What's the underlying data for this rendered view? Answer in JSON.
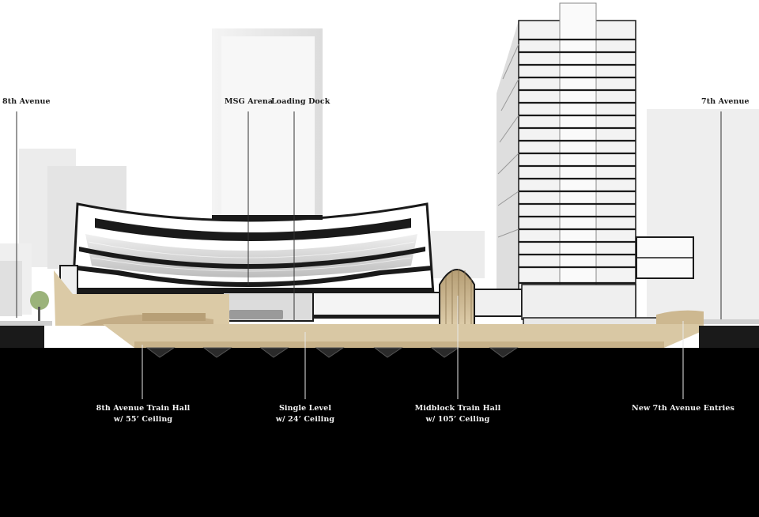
{
  "labels": {
    "top": {
      "eighth_avenue": "8th Avenue",
      "msg_arena": "MSG Arena",
      "loading_dock": "Loading Dock",
      "seventh_avenue": "7th Avenue"
    },
    "bottom": {
      "eighth_hall": [
        "8th Avenue Train Hall",
        "w/ 55’ Ceiling"
      ],
      "single_level": [
        "Single Level",
        "w/ 24’ Ceiling"
      ],
      "midblock_hall": [
        "Midblock Train Hall",
        "w/ 105’ Ceiling"
      ],
      "seventh_entries": [
        "New 7th Avenue Entries"
      ]
    }
  },
  "colors": {
    "sky": "#ffffff",
    "ground": "#000000",
    "concourse": "#d9c8a4",
    "concourse_floor": "#c7b28a",
    "building_gray": "#e9e9e9",
    "building_dark": "#1a1a1a",
    "leader_line": "#333333",
    "label_text_dark": "#1a1a1a",
    "label_text_light": "#f2f2f2"
  }
}
